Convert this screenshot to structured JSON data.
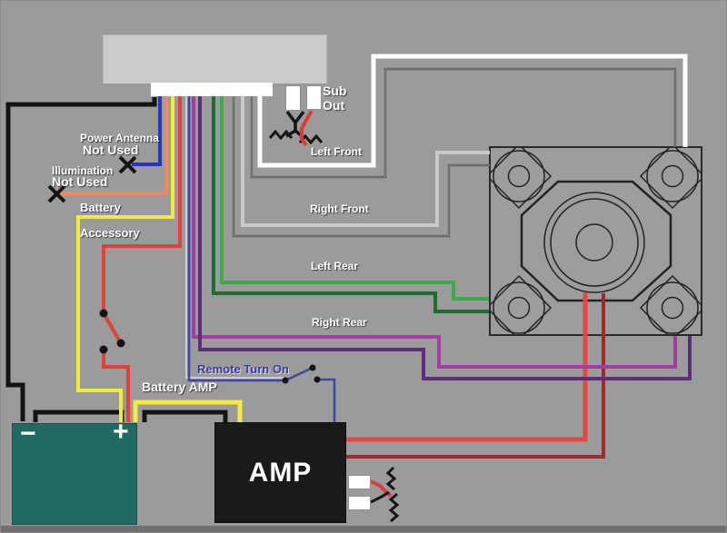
{
  "labels": {
    "power_antenna": "Power Antenna",
    "power_antenna_not_used": "Not Used",
    "illumination": "Illumination",
    "illumination_not_used": "Not Used",
    "battery": "Battery",
    "accessory": "Accessory",
    "sub_out_line1": "Sub",
    "sub_out_line2": "Out",
    "left_front": "Left Front",
    "right_front": "Right Front",
    "left_rear": "Left Rear",
    "right_rear": "Right Rear",
    "remote_turn_on": "Remote Turn On",
    "battery_amp": "Battery AMP",
    "amp": "AMP",
    "battery_minus": "−",
    "battery_plus": "+"
  },
  "colors": {
    "background": "#9b9b9b",
    "battery_body": "#206a61",
    "amp_body": "#1a1a1a",
    "head_unit": "#cbcbcb",
    "remote_label": "#3b3b9e"
  },
  "wires": [
    {
      "name": "ground",
      "color": "#141414"
    },
    {
      "name": "power-antenna",
      "color": "#2a34c8",
      "status": "not used"
    },
    {
      "name": "illumination",
      "color": "#ee8a62",
      "status": "not used"
    },
    {
      "name": "battery",
      "color": "#f2ea3e"
    },
    {
      "name": "accessory",
      "color": "#df4238",
      "via": "switch"
    },
    {
      "name": "remote-turn-on",
      "color": "#4343a4",
      "via": "switch"
    },
    {
      "name": "right-rear",
      "colors": [
        "#a23ea2",
        "#5f2e78"
      ]
    },
    {
      "name": "left-rear",
      "colors": [
        "#3cab49",
        "#1e6f2e"
      ]
    },
    {
      "name": "right-front",
      "colors": [
        "#c9c9c9",
        "#222222"
      ]
    },
    {
      "name": "left-front",
      "colors": [
        "#fdfdfd",
        "#222222"
      ]
    },
    {
      "name": "battery-amp",
      "color": "#f2ea3e"
    },
    {
      "name": "amp-to-sub",
      "colors": [
        "#e64840",
        "#9e2b2b"
      ]
    }
  ]
}
